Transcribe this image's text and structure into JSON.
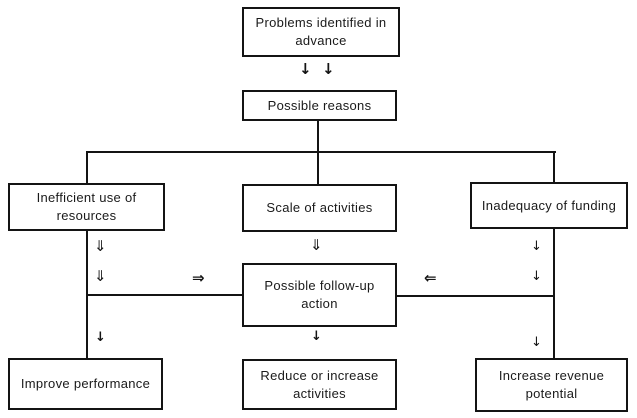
{
  "diagram": {
    "type": "flowchart",
    "background_color": "#ffffff",
    "line_color": "#141414",
    "boxes": {
      "problems": {
        "label": "Problems identified in advance"
      },
      "reasons": {
        "label": "Possible reasons"
      },
      "inefficient": {
        "label": "Inefficient use of resources"
      },
      "scale": {
        "label": "Scale of activities"
      },
      "inadequacy": {
        "label": "Inadequacy of funding"
      },
      "followup": {
        "label": "Possible follow-up action"
      },
      "improve": {
        "label": "Improve performance"
      },
      "reduce": {
        "label": "Reduce or increase activities"
      },
      "increase": {
        "label": "Increase revenue potential"
      }
    },
    "icons": {
      "down_filled": "↓",
      "down_hollow": "⇓",
      "right_hollow": "⇒",
      "left_hollow": "⇐"
    },
    "edges": [
      {
        "from": "Problems identified in advance",
        "to": "Possible reasons"
      },
      {
        "from": "Possible reasons",
        "to": "Inefficient use of resources"
      },
      {
        "from": "Possible reasons",
        "to": "Scale of activities"
      },
      {
        "from": "Possible reasons",
        "to": "Inadequacy of funding"
      },
      {
        "from": "Inefficient use of resources",
        "to": "Possible follow-up action"
      },
      {
        "from": "Scale of activities",
        "to": "Possible follow-up action"
      },
      {
        "from": "Inadequacy of funding",
        "to": "Possible follow-up action"
      },
      {
        "from": "Inefficient use of resources",
        "to": "Improve performance"
      },
      {
        "from": "Possible follow-up action",
        "to": "Reduce or increase activities"
      },
      {
        "from": "Inadequacy of funding",
        "to": "Increase revenue potential"
      }
    ]
  }
}
